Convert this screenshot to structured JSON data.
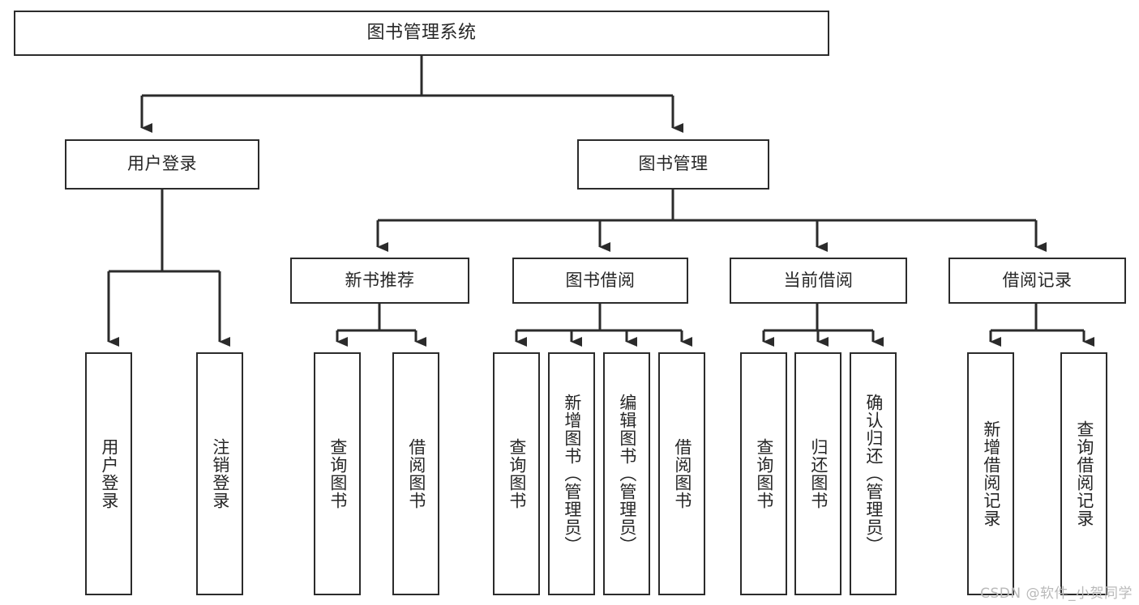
{
  "diagram": {
    "title": "图书管理系统",
    "watermark": "CSDN @软件_小贺同学",
    "line_color": "#2b2b2b",
    "text_color": "#262626",
    "background": "#ffffff",
    "root": {
      "label": "图书管理系统"
    },
    "level2": [
      {
        "label": "用户登录"
      },
      {
        "label": "图书管理"
      }
    ],
    "level3": [
      {
        "label": "新书推荐"
      },
      {
        "label": "图书借阅"
      },
      {
        "label": "当前借阅"
      },
      {
        "label": "借阅记录"
      }
    ],
    "leaves": {
      "user_login": [
        {
          "label": "用户登录"
        },
        {
          "label": "注销登录"
        }
      ],
      "new_book": [
        {
          "label": "查询图书"
        },
        {
          "label": "借阅图书"
        }
      ],
      "book_borrow": [
        {
          "label": "查询图书"
        },
        {
          "label": "新增图书（管理员）"
        },
        {
          "label": "编辑图书（管理员）"
        },
        {
          "label": "借阅图书"
        }
      ],
      "current_borrow": [
        {
          "label": "查询图书"
        },
        {
          "label": "归还图书"
        },
        {
          "label": "确认归还（管理员）"
        }
      ],
      "borrow_record": [
        {
          "label": "新增借阅记录"
        },
        {
          "label": "查询借阅记录"
        }
      ]
    }
  }
}
